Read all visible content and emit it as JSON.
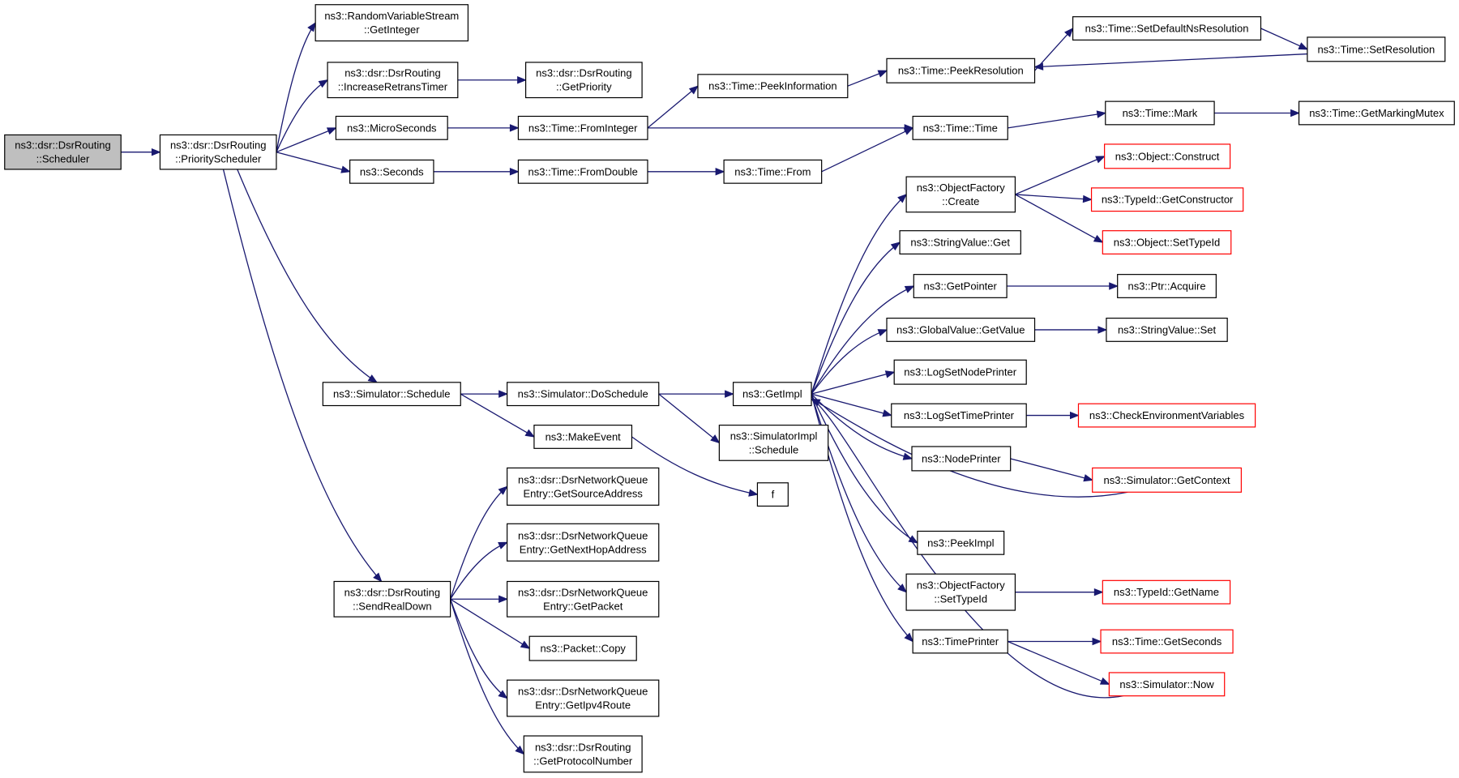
{
  "nodes": {
    "scheduler": {
      "lines": [
        "ns3::dsr::DsrRouting",
        "::Scheduler"
      ],
      "root": true
    },
    "priority": {
      "lines": [
        "ns3::dsr::DsrRouting",
        "::PriorityScheduler"
      ]
    },
    "rvs_getinteger": {
      "lines": [
        "ns3::RandomVariableStream",
        "::GetInteger"
      ]
    },
    "increaseretrans": {
      "lines": [
        "ns3::dsr::DsrRouting",
        "::IncreaseRetransTimer"
      ]
    },
    "getpriority": {
      "lines": [
        "ns3::dsr::DsrRouting",
        "::GetPriority"
      ]
    },
    "microseconds": {
      "lines": [
        "ns3::MicroSeconds"
      ]
    },
    "seconds": {
      "lines": [
        "ns3::Seconds"
      ]
    },
    "frominteger": {
      "lines": [
        "ns3::Time::FromInteger"
      ]
    },
    "fromdouble": {
      "lines": [
        "ns3::Time::FromDouble"
      ]
    },
    "peekinformation": {
      "lines": [
        "ns3::Time::PeekInformation"
      ]
    },
    "peekresolution": {
      "lines": [
        "ns3::Time::PeekResolution"
      ]
    },
    "setdefaultns": {
      "lines": [
        "ns3::Time::SetDefaultNsResolution"
      ]
    },
    "setresolution": {
      "lines": [
        "ns3::Time::SetResolution"
      ]
    },
    "timetime": {
      "lines": [
        "ns3::Time::Time"
      ]
    },
    "mark": {
      "lines": [
        "ns3::Time::Mark"
      ]
    },
    "getmarkingmutex": {
      "lines": [
        "ns3::Time::GetMarkingMutex"
      ]
    },
    "from": {
      "lines": [
        "ns3::Time::From"
      ]
    },
    "objfactory_create": {
      "lines": [
        "ns3::ObjectFactory",
        "::Create"
      ]
    },
    "object_construct": {
      "lines": [
        "ns3::Object::Construct"
      ],
      "truncated": true
    },
    "typeid_getconstructor": {
      "lines": [
        "ns3::TypeId::GetConstructor"
      ],
      "truncated": true
    },
    "object_settypeid": {
      "lines": [
        "ns3::Object::SetTypeId"
      ],
      "truncated": true
    },
    "stringvalue_get": {
      "lines": [
        "ns3::StringValue::Get"
      ]
    },
    "getpointer": {
      "lines": [
        "ns3::GetPointer"
      ]
    },
    "ptr_acquire": {
      "lines": [
        "ns3::Ptr::Acquire"
      ]
    },
    "globalvalue_getvalue": {
      "lines": [
        "ns3::GlobalValue::GetValue"
      ]
    },
    "stringvalue_set": {
      "lines": [
        "ns3::StringValue::Set"
      ]
    },
    "logsetnodeprinter": {
      "lines": [
        "ns3::LogSetNodePrinter"
      ]
    },
    "logsettimeprinter": {
      "lines": [
        "ns3::LogSetTimePrinter"
      ]
    },
    "checkenv": {
      "lines": [
        "ns3::CheckEnvironmentVariables"
      ],
      "truncated": true
    },
    "simulator_schedule": {
      "lines": [
        "ns3::Simulator::Schedule"
      ]
    },
    "simulator_doschedule": {
      "lines": [
        "ns3::Simulator::DoSchedule"
      ]
    },
    "getimpl": {
      "lines": [
        "ns3::GetImpl"
      ]
    },
    "makeevent": {
      "lines": [
        "ns3::MakeEvent"
      ]
    },
    "simimpl_schedule": {
      "lines": [
        "ns3::SimulatorImpl",
        "::Schedule"
      ]
    },
    "f": {
      "lines": [
        "f"
      ]
    },
    "nodeprinter": {
      "lines": [
        "ns3::NodePrinter"
      ]
    },
    "simulator_getcontext": {
      "lines": [
        "ns3::Simulator::GetContext"
      ],
      "truncated": true
    },
    "getsourceaddress": {
      "lines": [
        "ns3::dsr::DsrNetworkQueue",
        "Entry::GetSourceAddress"
      ]
    },
    "getnexthopaddress": {
      "lines": [
        "ns3::dsr::DsrNetworkQueue",
        "Entry::GetNextHopAddress"
      ]
    },
    "getpacket": {
      "lines": [
        "ns3::dsr::DsrNetworkQueue",
        "Entry::GetPacket"
      ]
    },
    "sendrealdown": {
      "lines": [
        "ns3::dsr::DsrRouting",
        "::SendRealDown"
      ]
    },
    "packet_copy": {
      "lines": [
        "ns3::Packet::Copy"
      ]
    },
    "getipv4route": {
      "lines": [
        "ns3::dsr::DsrNetworkQueue",
        "Entry::GetIpv4Route"
      ]
    },
    "getprotocolnumber": {
      "lines": [
        "ns3::dsr::DsrRouting",
        "::GetProtocolNumber"
      ]
    },
    "peekimpl": {
      "lines": [
        "ns3::PeekImpl"
      ]
    },
    "objfactory_settypeid": {
      "lines": [
        "ns3::ObjectFactory",
        "::SetTypeId"
      ]
    },
    "typeid_getname": {
      "lines": [
        "ns3::TypeId::GetName"
      ],
      "truncated": true
    },
    "timeprinter": {
      "lines": [
        "ns3::TimePrinter"
      ]
    },
    "time_getseconds": {
      "lines": [
        "ns3::Time::GetSeconds"
      ],
      "truncated": true
    },
    "simulator_now": {
      "lines": [
        "ns3::Simulator::Now"
      ],
      "truncated": true
    }
  },
  "edges": [
    [
      "scheduler",
      "priority"
    ],
    [
      "priority",
      "rvs_getinteger"
    ],
    [
      "priority",
      "increaseretrans"
    ],
    [
      "priority",
      "microseconds"
    ],
    [
      "priority",
      "seconds"
    ],
    [
      "priority",
      "simulator_schedule"
    ],
    [
      "priority",
      "sendrealdown"
    ],
    [
      "increaseretrans",
      "getpriority"
    ],
    [
      "microseconds",
      "frominteger"
    ],
    [
      "seconds",
      "fromdouble"
    ],
    [
      "frominteger",
      "peekinformation"
    ],
    [
      "frominteger",
      "timetime"
    ],
    [
      "fromdouble",
      "from"
    ],
    [
      "peekinformation",
      "peekresolution"
    ],
    [
      "peekresolution",
      "setdefaultns"
    ],
    [
      "setdefaultns",
      "setresolution"
    ],
    [
      "setresolution",
      "peekresolution"
    ],
    [
      "timetime",
      "mark"
    ],
    [
      "mark",
      "getmarkingmutex"
    ],
    [
      "from",
      "timetime"
    ],
    [
      "objfactory_create",
      "object_construct"
    ],
    [
      "objfactory_create",
      "typeid_getconstructor"
    ],
    [
      "objfactory_create",
      "object_settypeid"
    ],
    [
      "getpointer",
      "ptr_acquire"
    ],
    [
      "globalvalue_getvalue",
      "stringvalue_set"
    ],
    [
      "logsettimeprinter",
      "checkenv"
    ],
    [
      "simulator_schedule",
      "simulator_doschedule"
    ],
    [
      "simulator_schedule",
      "makeevent"
    ],
    [
      "simulator_doschedule",
      "getimpl"
    ],
    [
      "simulator_doschedule",
      "simimpl_schedule"
    ],
    [
      "makeevent",
      "f"
    ],
    [
      "getimpl",
      "objfactory_create"
    ],
    [
      "getimpl",
      "stringvalue_get"
    ],
    [
      "getimpl",
      "getpointer"
    ],
    [
      "getimpl",
      "globalvalue_getvalue"
    ],
    [
      "getimpl",
      "logsetnodeprinter"
    ],
    [
      "getimpl",
      "logsettimeprinter"
    ],
    [
      "getimpl",
      "nodeprinter"
    ],
    [
      "getimpl",
      "peekimpl"
    ],
    [
      "getimpl",
      "objfactory_settypeid"
    ],
    [
      "getimpl",
      "timeprinter"
    ],
    [
      "nodeprinter",
      "simulator_getcontext"
    ],
    [
      "simulator_getcontext",
      "getimpl"
    ],
    [
      "simulator_now",
      "getimpl"
    ],
    [
      "objfactory_settypeid",
      "typeid_getname"
    ],
    [
      "timeprinter",
      "time_getseconds"
    ],
    [
      "timeprinter",
      "simulator_now"
    ],
    [
      "sendrealdown",
      "getsourceaddress"
    ],
    [
      "sendrealdown",
      "getnexthopaddress"
    ],
    [
      "sendrealdown",
      "getpacket"
    ],
    [
      "sendrealdown",
      "packet_copy"
    ],
    [
      "sendrealdown",
      "getipv4route"
    ],
    [
      "sendrealdown",
      "getprotocolnumber"
    ]
  ],
  "colors": {
    "edge": "#191970",
    "root_fill": "#bfbfbf",
    "truncated_border": "#ff0000"
  }
}
